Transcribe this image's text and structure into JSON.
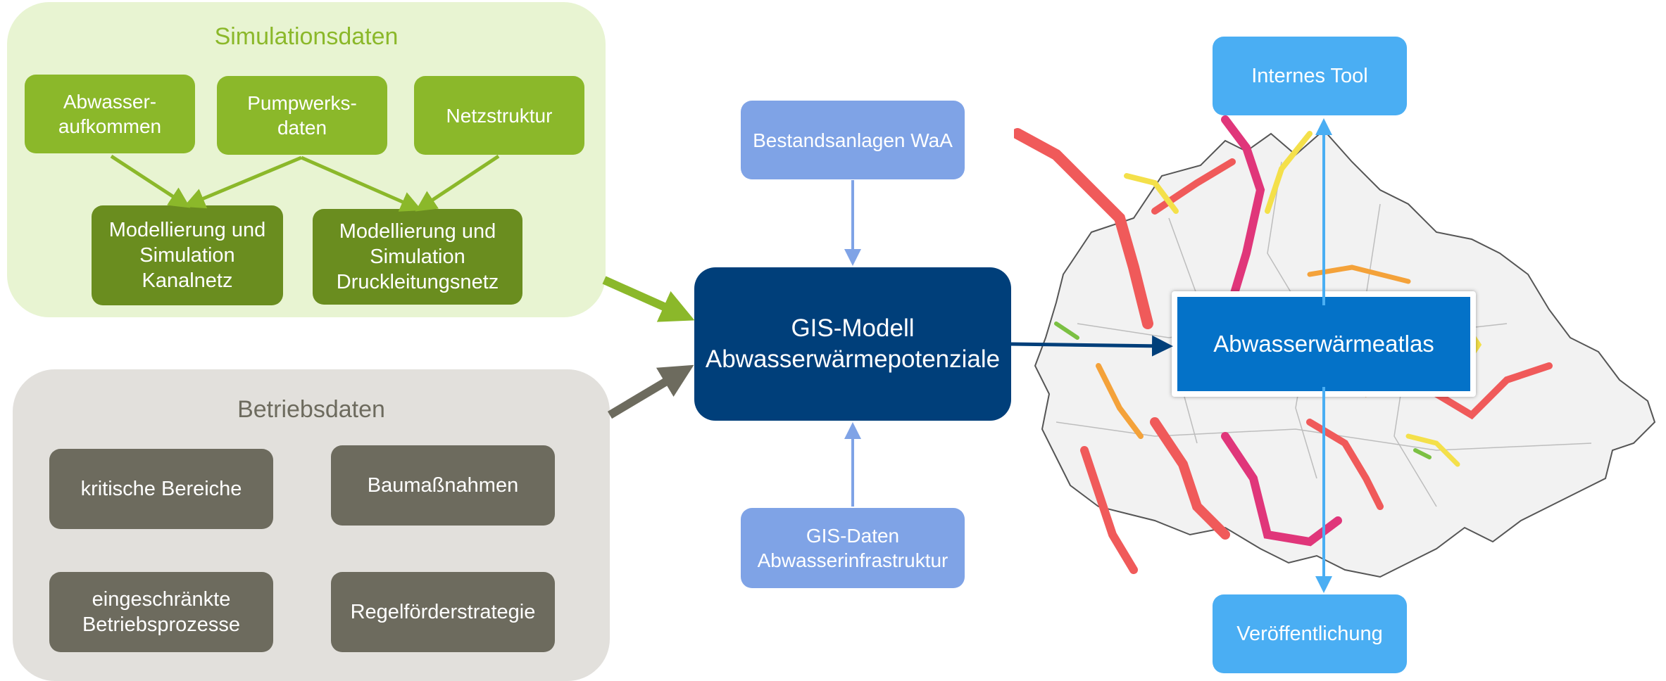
{
  "simulation": {
    "title": "Simulationsdaten",
    "boxes": {
      "abwasser": "Abwasser-\naufkommen",
      "pumpwerk": "Pumpwerks-\ndaten",
      "netz": "Netzstruktur",
      "kanal": "Modellierung und\nSimulation\nKanalnetz",
      "druck": "Modellierung und\nSimulation\nDruckleitungsnetz"
    }
  },
  "operations": {
    "title": "Betriebsdaten",
    "boxes": {
      "kritisch": "kritische Bereiche",
      "bau": "Baumaßnahmen",
      "eingeschraenkt": "eingeschränkte\nBetriebsprozesse",
      "regel": "Regelförderstrategie"
    }
  },
  "center": {
    "bestand": "Bestandsanlagen WaA",
    "gis_model": "GIS-Modell\nAbwasserwärmepotenziale",
    "gis_data": "GIS-Daten\nAbwasserinfrastruktur"
  },
  "right": {
    "tool": "Internes Tool",
    "atlas": "Abwasserwärmeatlas",
    "publication": "Veröffentlichung"
  },
  "colors": {
    "sim_bg": "#e8f4d2",
    "sim_title": "#8bb82a",
    "sim_arrow": "#8bb82a",
    "op_bg": "#e2e0dc",
    "op_title": "#6d6b5e",
    "op_arrow": "#6d6b5e",
    "center_dark": "#003f7a",
    "atlas_blue": "#0472c8",
    "light_blue_arrow": "#7fa3e6",
    "sky_arrow": "#4aaef3"
  }
}
